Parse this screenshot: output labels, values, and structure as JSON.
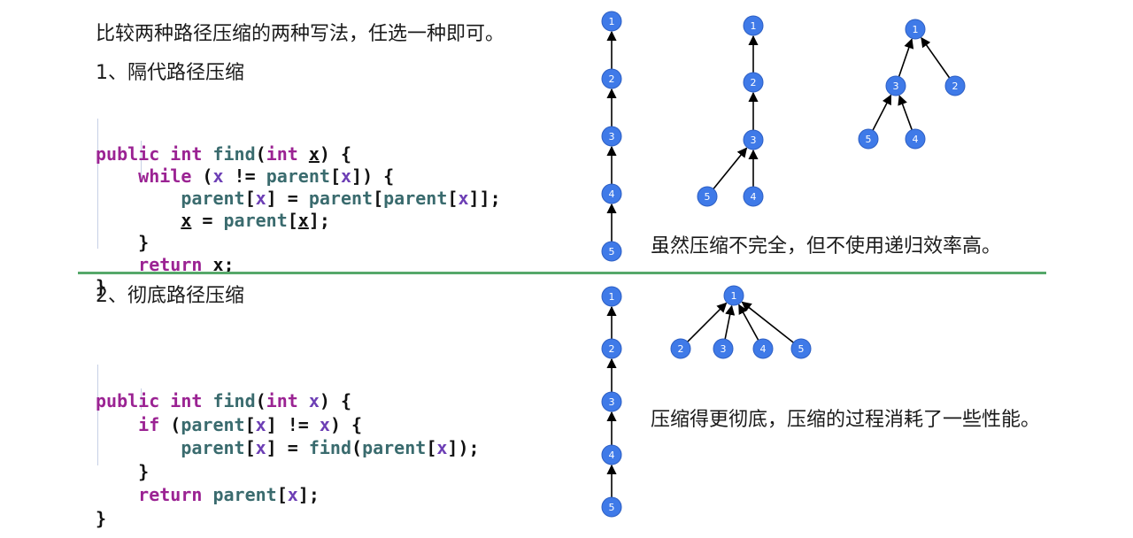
{
  "intro": "比较两种路径压缩的两种写法，任选一种即可。",
  "section1": {
    "heading": "1、隔代路径压缩",
    "note": "虽然压缩不完全，但不使用递归效率高。"
  },
  "section2": {
    "heading": "2、彻底路径压缩",
    "note": "压缩得更彻底，压缩的过程消耗了一些性能。"
  },
  "code1": [
    [
      [
        "kw",
        "public "
      ],
      [
        "kw",
        "int "
      ],
      [
        "fn",
        "find"
      ],
      [
        "p",
        "("
      ],
      [
        "kw",
        "int "
      ],
      [
        "pu",
        "x"
      ],
      [
        "p",
        ") {"
      ]
    ],
    [
      [
        "p",
        "    "
      ],
      [
        "kw",
        "while "
      ],
      [
        "p",
        "("
      ],
      [
        "var",
        "x"
      ],
      [
        "p",
        " != "
      ],
      [
        "fn",
        "parent"
      ],
      [
        "p",
        "["
      ],
      [
        "var",
        "x"
      ],
      [
        "p",
        "]) {"
      ]
    ],
    [
      [
        "p",
        "        "
      ],
      [
        "fn",
        "parent"
      ],
      [
        "p",
        "["
      ],
      [
        "var",
        "x"
      ],
      [
        "p",
        "] = "
      ],
      [
        "fn",
        "parent"
      ],
      [
        "p",
        "["
      ],
      [
        "fn",
        "parent"
      ],
      [
        "p",
        "["
      ],
      [
        "var",
        "x"
      ],
      [
        "p",
        "]];"
      ]
    ],
    [
      [
        "p",
        "        "
      ],
      [
        "pu",
        "x"
      ],
      [
        "p",
        " = "
      ],
      [
        "fn",
        "parent"
      ],
      [
        "p",
        "["
      ],
      [
        "pu",
        "x"
      ],
      [
        "p",
        "];"
      ]
    ],
    [
      [
        "p",
        "    }"
      ]
    ],
    [
      [
        "p",
        "    "
      ],
      [
        "kw",
        "return "
      ],
      [
        "pu",
        "x"
      ],
      [
        "p",
        ";"
      ]
    ],
    [
      [
        "p",
        "}"
      ]
    ]
  ],
  "code2": [
    [
      [
        "kw",
        "public "
      ],
      [
        "kw",
        "int "
      ],
      [
        "fn",
        "find"
      ],
      [
        "p",
        "("
      ],
      [
        "kw",
        "int "
      ],
      [
        "var",
        "x"
      ],
      [
        "p",
        ") {"
      ]
    ],
    [
      [
        "p",
        "    "
      ],
      [
        "kw",
        "if "
      ],
      [
        "p",
        "("
      ],
      [
        "fn",
        "parent"
      ],
      [
        "p",
        "["
      ],
      [
        "var",
        "x"
      ],
      [
        "p",
        "] != "
      ],
      [
        "var",
        "x"
      ],
      [
        "p",
        ") {"
      ]
    ],
    [
      [
        "p",
        "        "
      ],
      [
        "fn",
        "parent"
      ],
      [
        "p",
        "["
      ],
      [
        "var",
        "x"
      ],
      [
        "p",
        "] = "
      ],
      [
        "fn",
        "find"
      ],
      [
        "p",
        "("
      ],
      [
        "fn",
        "parent"
      ],
      [
        "p",
        "["
      ],
      [
        "var",
        "x"
      ],
      [
        "p",
        "]);"
      ]
    ],
    [
      [
        "p",
        "    }"
      ]
    ],
    [
      [
        "p",
        "    "
      ],
      [
        "kw",
        "return "
      ],
      [
        "fn",
        "parent"
      ],
      [
        "p",
        "["
      ],
      [
        "var",
        "x"
      ],
      [
        "p",
        "];"
      ]
    ],
    [
      [
        "p",
        "}"
      ]
    ]
  ],
  "colors": {
    "keyword": "#9b2393",
    "function": "#3a6b6e",
    "variable": "#6d3fb5",
    "node": "#3f7ae8",
    "divider": "#56a86a"
  },
  "trees": [
    {
      "id": "tree-1-chain",
      "nodes": [
        "1",
        "2",
        "3",
        "4",
        "5"
      ],
      "edges": [
        [
          "2",
          "1"
        ],
        [
          "3",
          "2"
        ],
        [
          "4",
          "3"
        ],
        [
          "5",
          "4"
        ]
      ]
    },
    {
      "id": "tree-1-mid",
      "nodes": [
        "1",
        "2",
        "3",
        "4",
        "5"
      ],
      "edges": [
        [
          "2",
          "1"
        ],
        [
          "3",
          "2"
        ],
        [
          "4",
          "3"
        ],
        [
          "5",
          "3"
        ]
      ]
    },
    {
      "id": "tree-1-final",
      "nodes": [
        "1",
        "2",
        "3",
        "4",
        "5"
      ],
      "edges": [
        [
          "3",
          "1"
        ],
        [
          "2",
          "1"
        ],
        [
          "5",
          "3"
        ],
        [
          "4",
          "3"
        ]
      ]
    },
    {
      "id": "tree-2-chain",
      "nodes": [
        "1",
        "2",
        "3",
        "4",
        "5"
      ],
      "edges": [
        [
          "2",
          "1"
        ],
        [
          "3",
          "2"
        ],
        [
          "4",
          "3"
        ],
        [
          "5",
          "4"
        ]
      ]
    },
    {
      "id": "tree-2-final",
      "nodes": [
        "1",
        "2",
        "3",
        "4",
        "5"
      ],
      "edges": [
        [
          "2",
          "1"
        ],
        [
          "3",
          "1"
        ],
        [
          "4",
          "1"
        ],
        [
          "5",
          "1"
        ]
      ]
    }
  ]
}
